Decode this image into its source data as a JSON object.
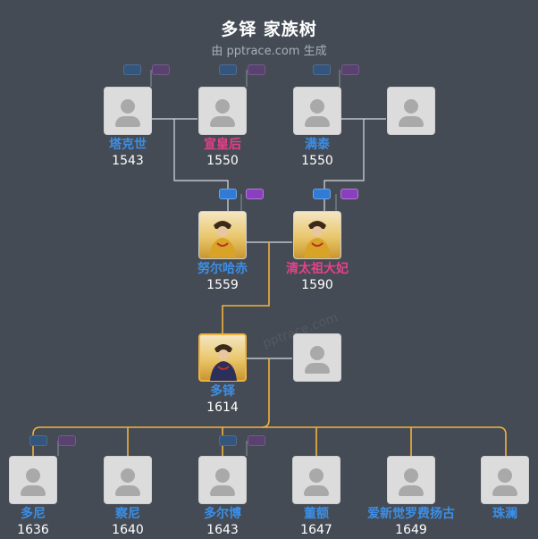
{
  "header": {
    "title": "多铎 家族树",
    "subtitle": "由 pptrace.com 生成"
  },
  "watermark": "pptrace.com",
  "colors": {
    "male": "#3b8fe8",
    "female": "#e8408a",
    "self_line": "#f2b33d",
    "line": "#d8dbe0"
  },
  "people": [
    {
      "id": "takeshi",
      "name": "塔克世",
      "year": "1543",
      "gender": "male",
      "icon": "person-silhouette-icon"
    },
    {
      "id": "xuanhuang",
      "name": "宣皇后",
      "year": "1550",
      "gender": "female",
      "icon": "person-silhouette-icon"
    },
    {
      "id": "mantai",
      "name": "满泰",
      "year": "1550",
      "gender": "male",
      "icon": "person-silhouette-icon"
    },
    {
      "id": "mantai-spouse",
      "name": "",
      "year": "",
      "gender": "unknown",
      "icon": "person-silhouette-icon"
    },
    {
      "id": "nurhaci",
      "name": "努尔哈赤",
      "year": "1559",
      "gender": "male",
      "icon": "portrait-icon"
    },
    {
      "id": "qing-consort",
      "name": "清太祖大妃",
      "year": "1590",
      "gender": "female",
      "icon": "portrait-icon"
    },
    {
      "id": "dodo",
      "name": "多铎",
      "year": "1614",
      "gender": "male",
      "icon": "portrait-icon"
    },
    {
      "id": "dodo-spouse",
      "name": "",
      "year": "",
      "gender": "unknown",
      "icon": "person-silhouette-icon"
    },
    {
      "id": "duoni",
      "name": "多尼",
      "year": "1636",
      "gender": "male",
      "icon": "person-silhouette-icon"
    },
    {
      "id": "chani",
      "name": "察尼",
      "year": "1640",
      "gender": "male",
      "icon": "person-silhouette-icon"
    },
    {
      "id": "duoerbo",
      "name": "多尔博",
      "year": "1643",
      "gender": "male",
      "icon": "person-silhouette-icon"
    },
    {
      "id": "dong-e",
      "name": "董额",
      "year": "1647",
      "gender": "male",
      "icon": "person-silhouette-icon"
    },
    {
      "id": "aixin-feiyanggu",
      "name": "爱新觉罗费扬古",
      "year": "1649",
      "gender": "male",
      "icon": "person-silhouette-icon"
    },
    {
      "id": "zhulan",
      "name": "珠澜",
      "year": "",
      "gender": "male",
      "icon": "person-silhouette-icon"
    }
  ]
}
